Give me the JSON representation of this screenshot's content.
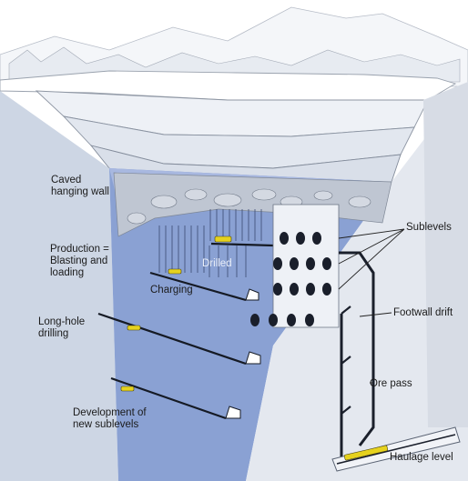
{
  "labels": {
    "caved_hanging_wall": [
      "Caved",
      "hanging wall"
    ],
    "production": [
      "Production =",
      "Blasting and",
      "loading"
    ],
    "long_hole_drilling": [
      "Long-hole",
      "drilling"
    ],
    "development": [
      "Development of",
      "new sublevels"
    ],
    "sublevels": "Sublevels",
    "drilled": "Drilled",
    "charging": "Charging",
    "footwall_drift": "Footwall drift",
    "ore_pass": "Ore pass",
    "haulage_level": "Haulage level"
  },
  "colors": {
    "sky": "#ffffff",
    "rock_face": "#cfd8e6",
    "orebody": "#7f97cf",
    "orebody_light": "#aebde4",
    "footwall": "#e3e7ee",
    "rubble": "#b9c0cc",
    "tunnel": "#1a1f2b",
    "vehicle": "#e6d21e",
    "ink": "#151515"
  }
}
